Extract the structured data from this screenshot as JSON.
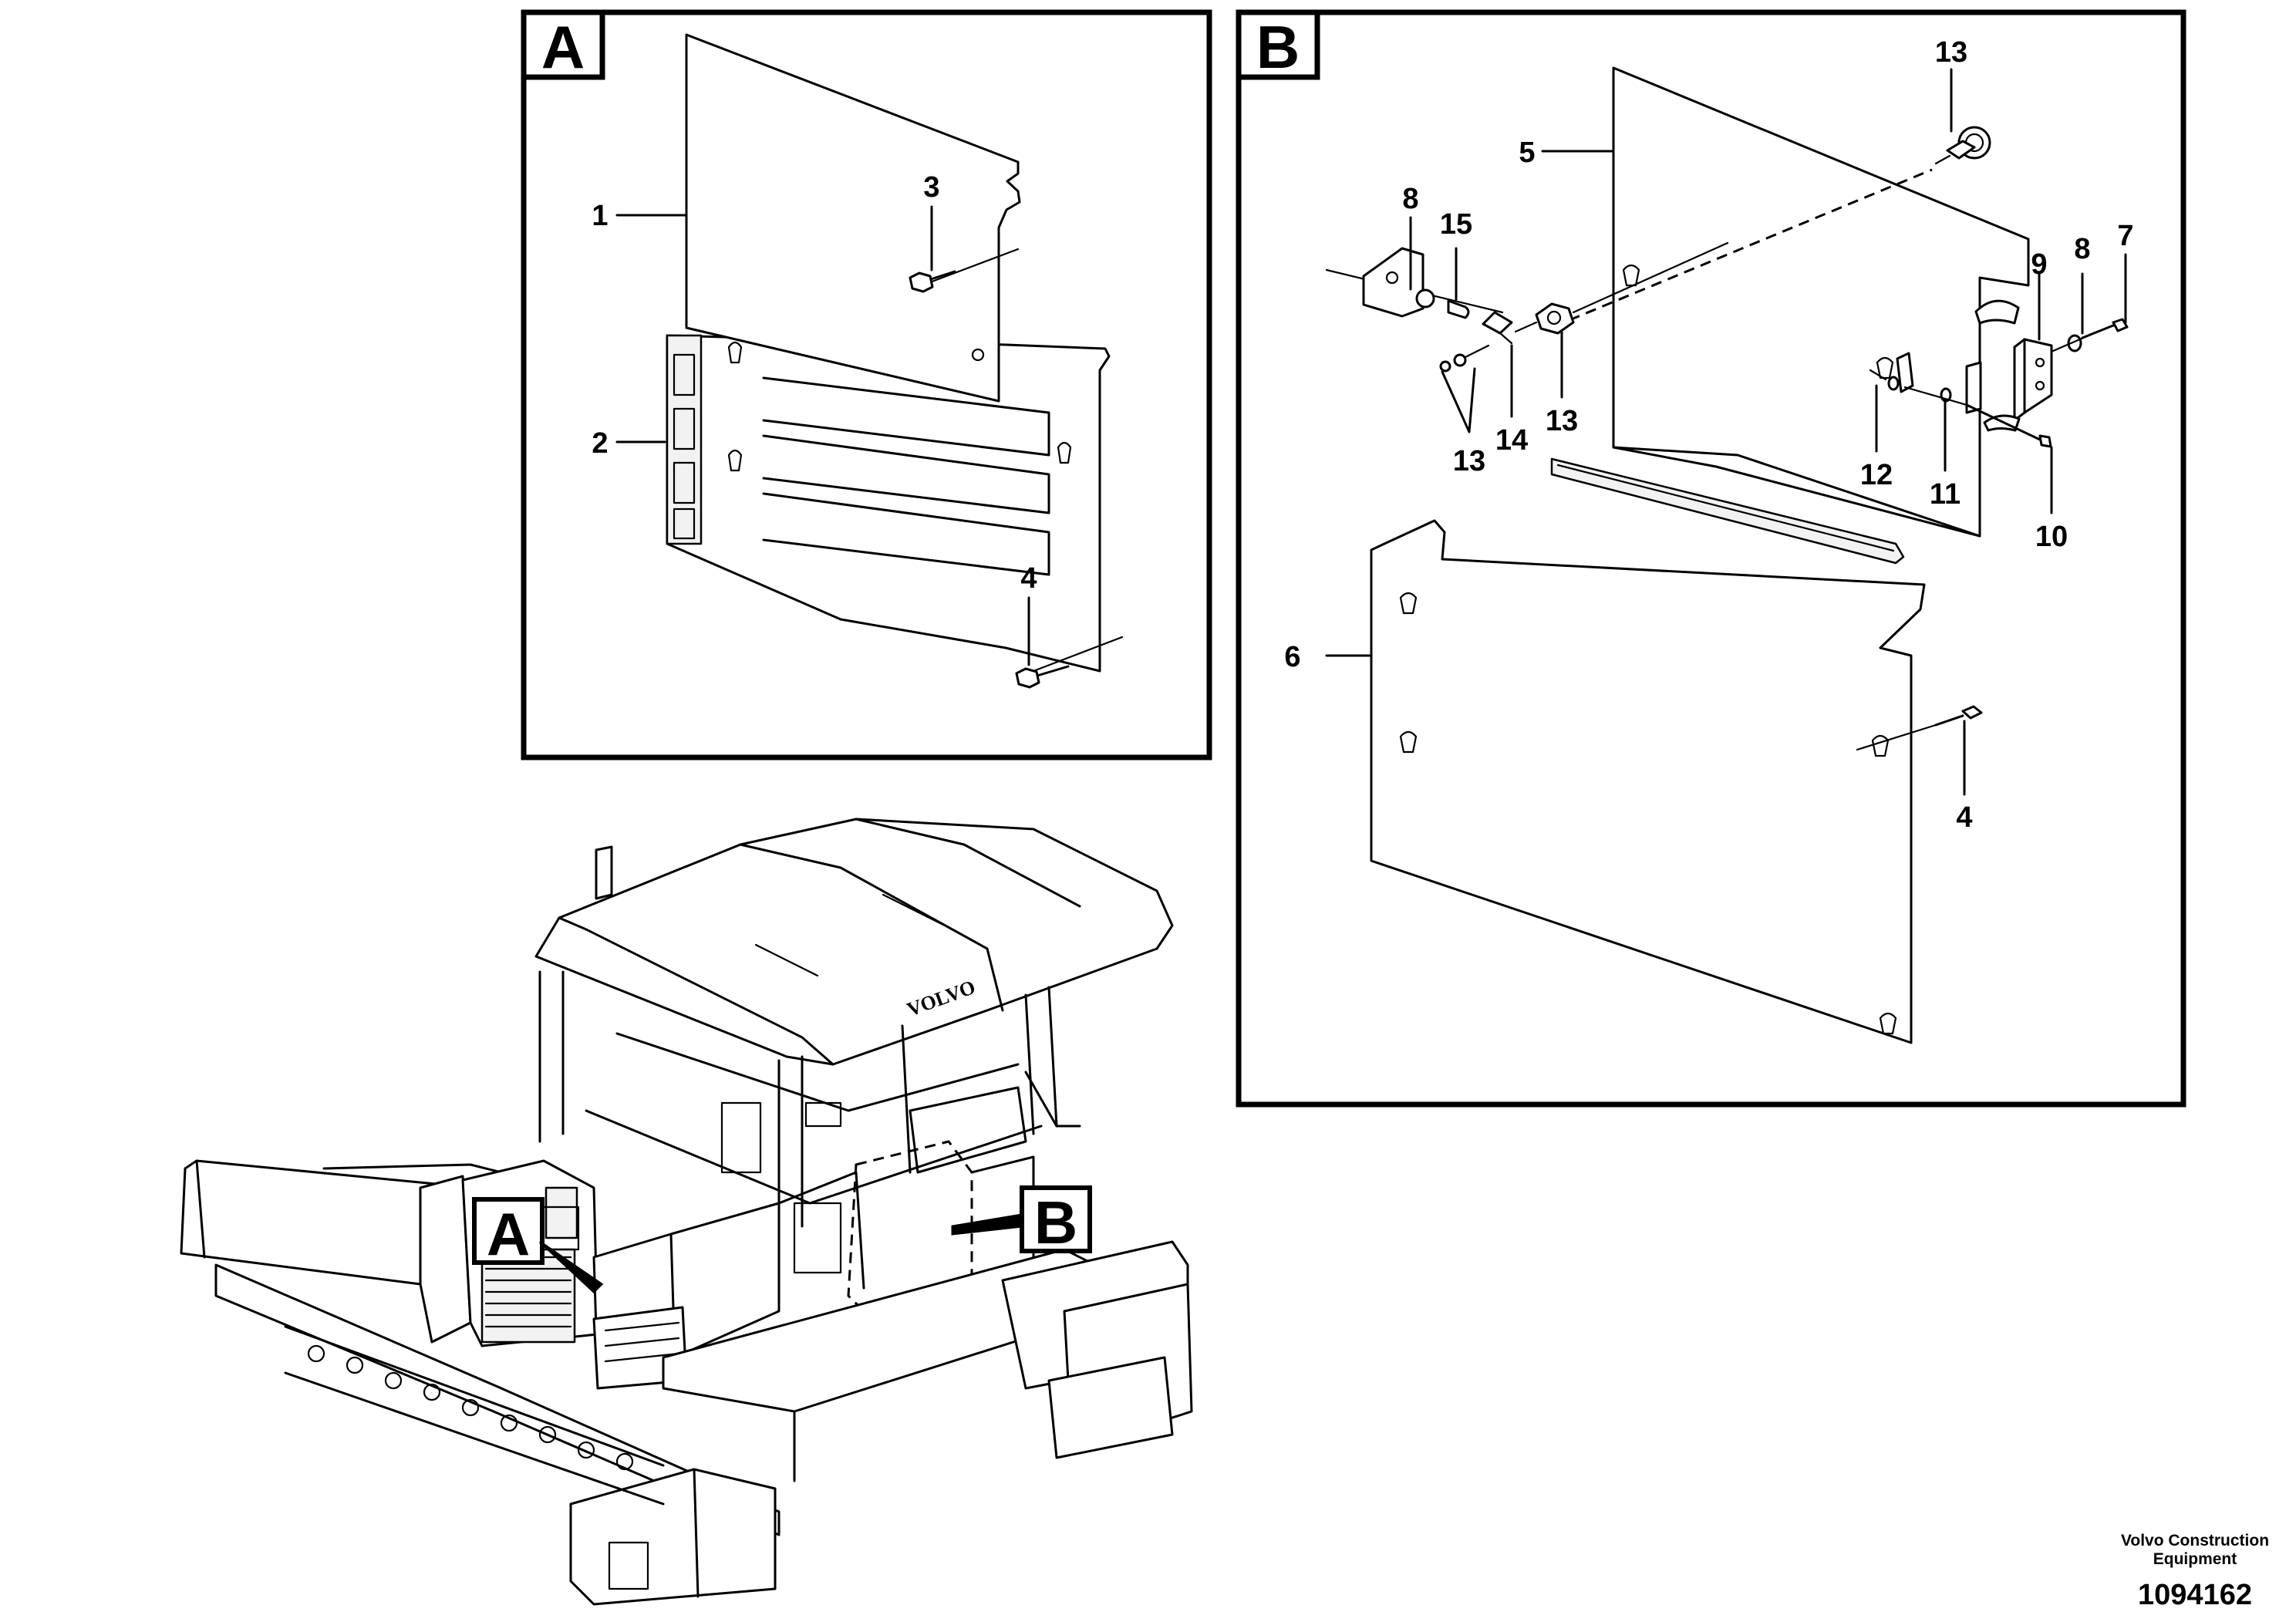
{
  "detail_a": {
    "tag": "A",
    "labels": [
      "1",
      "2",
      "3",
      "4"
    ]
  },
  "detail_b": {
    "tag": "B",
    "labels": [
      "13",
      "5",
      "8",
      "15",
      "9",
      "8",
      "7",
      "13",
      "14",
      "13",
      "12",
      "11",
      "10",
      "6",
      "4"
    ]
  },
  "overview": {
    "callout_a": "A",
    "callout_b": "B",
    "logo": "VOLVO"
  },
  "footer": {
    "brand_line1": "Volvo Construction",
    "brand_line2": "Equipment",
    "drawing_number": "1094162"
  }
}
